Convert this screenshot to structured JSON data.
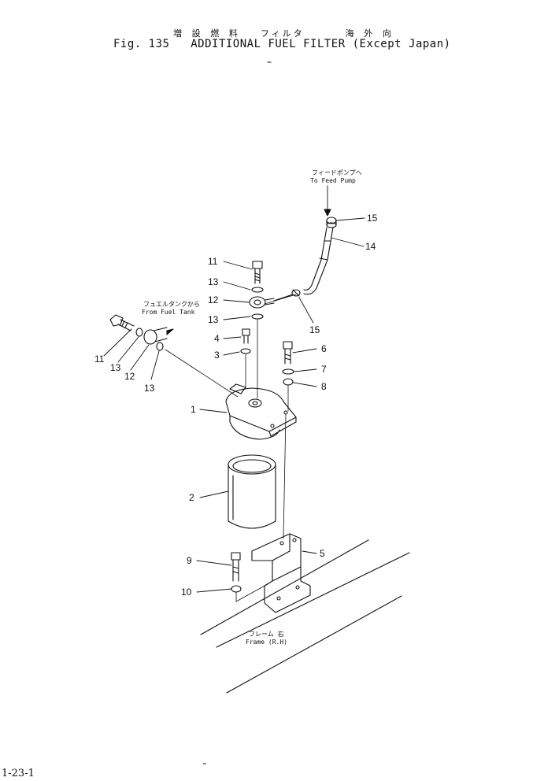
{
  "header": {
    "title_jp_part1": "増 設 燃 料",
    "title_jp_part2": "フィルタ",
    "title_jp_part3": "海 外 向",
    "fig_label": "Fig. 135",
    "title_en": "ADDITIONAL FUEL FILTER (Except Japan)"
  },
  "annotations": {
    "to_feed_pump_jp": "フィードポンプへ",
    "to_feed_pump_en": "To Feed Pump",
    "from_fuel_tank_jp": "フュエルタンクから",
    "from_fuel_tank_en": "From Fuel Tank",
    "frame_jp": "フレーム 右",
    "frame_en": "Frame (R.H)"
  },
  "callouts": {
    "c1": "1",
    "c2": "2",
    "c3": "3",
    "c4": "4",
    "c5": "5",
    "c6": "6",
    "c7": "7",
    "c8": "8",
    "c9": "9",
    "c10": "10",
    "c11a": "11",
    "c11b": "11",
    "c12a": "12",
    "c12b": "12",
    "c13a": "13",
    "c13b": "13",
    "c13c": "13",
    "c13d": "13",
    "c14": "14",
    "c15": "15",
    "c16": "15"
  },
  "footer": {
    "page_ref": "1-23-1"
  }
}
